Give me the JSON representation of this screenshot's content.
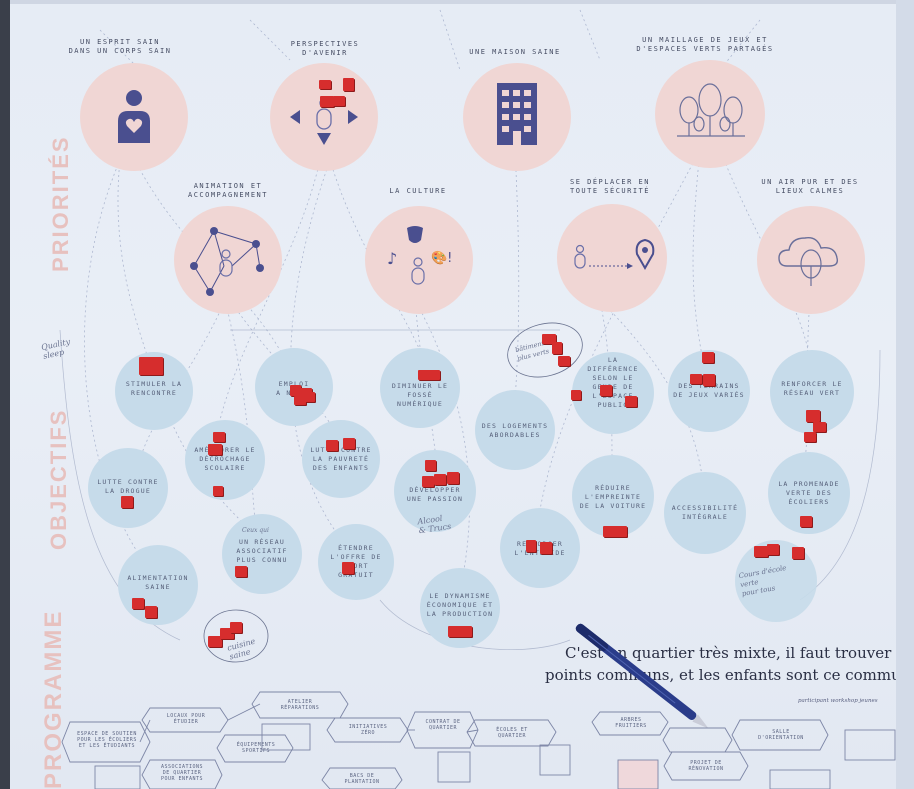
{
  "sections": {
    "priorities": "PRIORITÉS",
    "objectives": "OBJECTIFS",
    "programme": "PROGRAMME"
  },
  "priorities": [
    {
      "label": "UN ESPRIT SAIN\nDANS UN CORPS SAIN",
      "icon": "person-heart-icon"
    },
    {
      "label": "PERSPECTIVES\nD'AVENIR",
      "icon": "directions-icon"
    },
    {
      "label": "UNE MAISON SAINE",
      "icon": "building-icon"
    },
    {
      "label": "UN MAILLAGE DE JEUX ET\nD'ESPACES VERTS PARTAGÉS",
      "icon": "trees-icon"
    },
    {
      "label": "ANIMATION ET\nACCOMPAGNEMENT",
      "icon": "network-icon"
    },
    {
      "label": "LA CULTURE",
      "icon": "culture-icon"
    },
    {
      "label": "SE DÉPLACER EN\nTOUTE SÉCURITÉ",
      "icon": "route-pin-icon"
    },
    {
      "label": "UN AIR PUR ET DES\nLIEUX CALMES",
      "icon": "cloud-tree-icon"
    }
  ],
  "objectives": [
    "STIMULER LA\nRENCONTRE",
    "EMPLOI\nA NOUV.",
    "DIMINUER LE\nFOSSÉ\nNUMÉRIQUE",
    "DES LOGEMENTS\nABORDABLES",
    "LA\nDIFFÉRENCE\nSELON LE\nGENRE DE\nL'ESPACE\nPUBLIC",
    "DES TERRAINS\nDE JEUX VARIÉS",
    "RENFORCER LE\nRÉSEAU VERT",
    "AMÉLIORER LE\nDÉCROCHAGE\nSCOLAIRE",
    "LUTTE CONTRE\nLA PAUVRETÉ\nDES ENFANTS",
    "DÉVELOPPER\nUNE PASSION",
    "RÉDUIRE\nL'EMPREINTE\nDE LA VOITURE",
    "ACCESSIBILITÉ\nINTÉGRALE",
    "LA PROMENADE\nVERTE DES\nÉCOLIERS",
    "LUTTE CONTRE\nLA DROGUE",
    "UN RÉSEAU\nASSOCIATIF\nPLUS CONNU",
    "ÉTENDRE\nL'OFFRE DE\nSPORT\nGRATUIT",
    "RENFORCER\nL'ENTRAIDE",
    "ALIMENTATION\nSAINE",
    "LE DYNAMISME\nÉCONOMIQUE ET\nLA PRODUCTION"
  ],
  "quote": {
    "line1": "C'est un quartier très mixte, il faut trouver des",
    "line2": "points communs, et les enfants sont ce commun.",
    "credit": "participant workshop jeunes"
  },
  "programme_boxes": [
    "ESPACE DE SOUTIEN\nPOUR LES ÉCOLIERS\nET LES ÉTUDIANTS",
    "LOCAUX POUR\nÉTUDIER",
    "ATELIER\nRÉPARATIONS",
    "ÉQUIPEMENTS\nSPORTIFS",
    "CONTRAT DE\nQUARTIER",
    "INITIATIVES\nZÉRO",
    "ASSOCIATIONS\nDE QUARTIER\nPOUR ENFANTS",
    "ÉCOLES ET\nQUARTIER",
    "ARBRES\nFRUITIERS",
    "SALLE\nD'ORIENTATION",
    "PROJET DE\nRÉNOVATION",
    "BACS DE\nPLANTATION"
  ],
  "handwriting": {
    "note_left": "Quality\nsleep",
    "note_passion": "Alcool\n& Trucs",
    "note_reseau": "Ceux qui",
    "note_bubble": "bâtiments\nplus verts",
    "note_bottom": "cuisine\nsaine",
    "note_right": "Cours d'école\nverte\npour tous"
  },
  "colors": {
    "background": "#e6ecf5",
    "priority_circle": "#f0d6d4",
    "objective_circle": "#c6dbea",
    "icon": "#4a4f8f",
    "game_piece": "#d62d2d",
    "section_label": "#e7c1bf"
  }
}
